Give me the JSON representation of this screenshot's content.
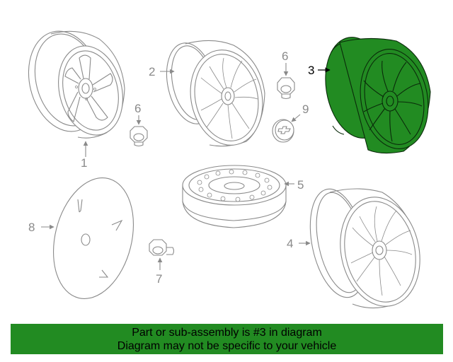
{
  "callouts": {
    "c1": "1",
    "c2": "2",
    "c3": "3",
    "c4": "4",
    "c5": "5",
    "c6a": "6",
    "c6b": "6",
    "c7": "7",
    "c8": "8",
    "c9": "9"
  },
  "highlighted_part": "3",
  "colors": {
    "highlight": "#228b22",
    "banner": "#228b22",
    "linework": "#8a8a8a"
  },
  "banner": {
    "line1": "Part or sub-assembly is #3 in diagram",
    "line2": "Diagram may not be specific to your vehicle"
  }
}
